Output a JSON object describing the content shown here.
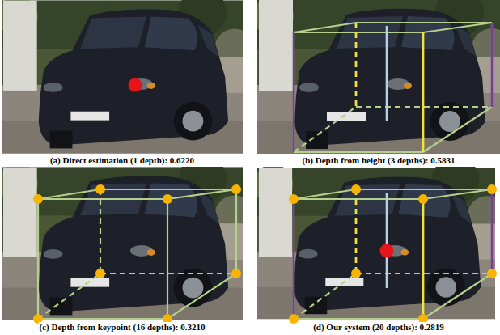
{
  "diagram": {
    "labels": [
      "(a) Direct estimation (1 depth): 0.6220",
      "(b) Depth from height (3 depths): 0.5831",
      "(c) Depth from keypoint (16 depths): 0.3210",
      "(d) Our system (20 depths): 0.2819"
    ]
  }
}
